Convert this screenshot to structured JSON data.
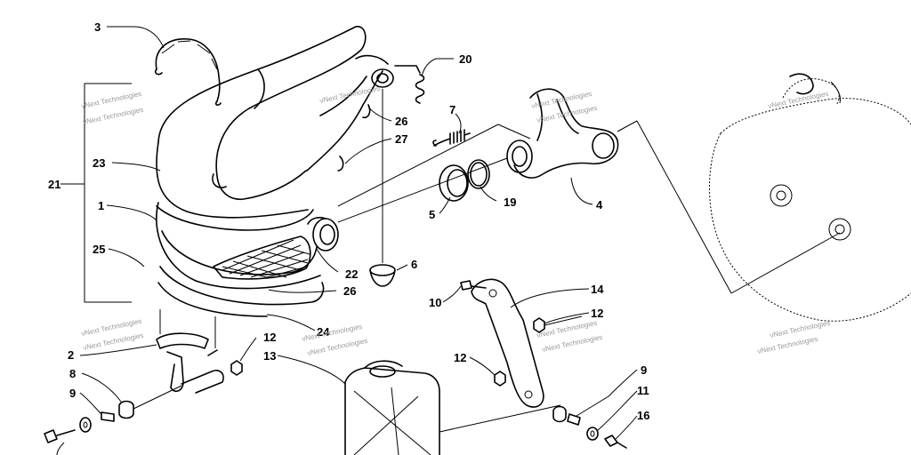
{
  "labels": {
    "l1": "1",
    "l2": "2",
    "l3": "3",
    "l4": "4",
    "l5": "5",
    "l6": "6",
    "l7": "7",
    "l8": "8",
    "l9a": "9",
    "l9b": "9",
    "l10": "10",
    "l11": "11",
    "l12a": "12",
    "l12b": "12",
    "l12c": "12",
    "l13": "13",
    "l14": "14",
    "l16": "16",
    "l19": "19",
    "l20": "20",
    "l21": "21",
    "l22": "22",
    "l23": "23",
    "l24": "24",
    "l25": "25",
    "l26a": "26",
    "l26b": "26",
    "l27": "27"
  },
  "watermark": "vNext Technologies"
}
